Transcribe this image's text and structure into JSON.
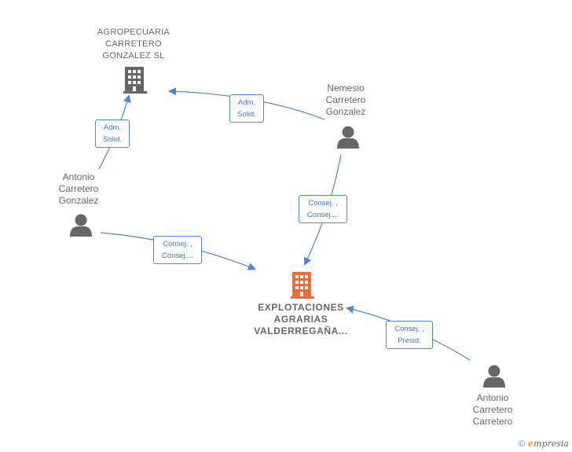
{
  "nodes": {
    "agropecuaria": {
      "lines": [
        "AGROPECUARIA",
        "CARRETERO",
        "GONZALEZ  SL"
      ],
      "type": "company"
    },
    "explotaciones": {
      "lines": [
        "EXPLOTACIONES",
        "AGRARIAS",
        "VALDERREGAÑA..."
      ],
      "type": "company-focus"
    },
    "nemesio": {
      "lines": [
        "Nemesio",
        "Carretero",
        "Gonzalez"
      ],
      "type": "person"
    },
    "antonio_gonzalez": {
      "lines": [
        "Antonio",
        "Carretero",
        "Gonzalez"
      ],
      "type": "person"
    },
    "antonio_carretero": {
      "lines": [
        "Antonio",
        "Carretero",
        "Carretero"
      ],
      "type": "person"
    }
  },
  "relations": {
    "nemesio_to_agro": [
      "Adm.",
      "Solid."
    ],
    "antonio_to_agro": [
      "Adm.",
      "Solid."
    ],
    "nemesio_to_explot": [
      "Consej. ,",
      "Consej...."
    ],
    "antonio_to_explot": [
      "Consej. ,",
      "Consej...."
    ],
    "antonio_c_to_explot": [
      "Consej. ,",
      "Presid."
    ]
  },
  "colors": {
    "edge": "#4a86d6",
    "company_icon": "#666666",
    "focus_icon": "#f26a3c",
    "person_icon": "#666666"
  },
  "footer": {
    "copyright": "©",
    "brand_initial": "e",
    "brand_rest": "mpresia"
  }
}
